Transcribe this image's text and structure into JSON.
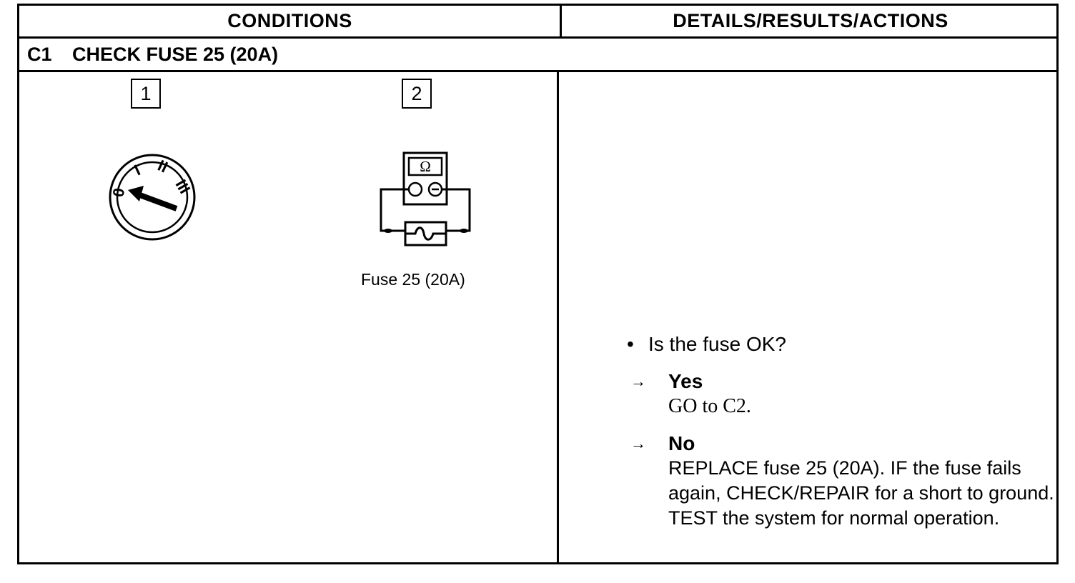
{
  "header": {
    "conditions": "CONDITIONS",
    "details": "DETAILS/RESULTS/ACTIONS"
  },
  "step": {
    "code": "C1",
    "title": "CHECK FUSE 25 (20A)"
  },
  "figures": {
    "step1": "1",
    "step2": "2",
    "ignition_labels": [
      "0",
      "I",
      "II",
      "III"
    ],
    "meter_symbol": "Ω",
    "fuse_caption": "Fuse 25 (20A)"
  },
  "details": {
    "bullet": "•",
    "question": "Is the fuse OK?",
    "arrow": "→",
    "yes_label": "Yes",
    "yes_text": "GO to C2.",
    "no_label": "No",
    "no_text": "REPLACE fuse 25 (20A). IF the fuse fails again, CHECK/REPAIR for a short to ground. TEST the system for normal operation."
  }
}
